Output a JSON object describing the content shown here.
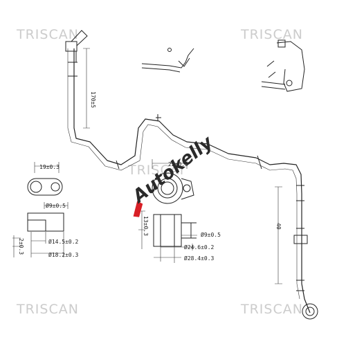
{
  "watermarks": {
    "brand": "TRISCAN",
    "overlay_logo": "Autokelly"
  },
  "dimensions": {
    "height_vertical": "170±5",
    "width_top_left": "19±0.3",
    "bore_small": "Ø9±0.5",
    "dia_14": "Ø14.5±0.2",
    "dia_18": "Ø18.2±0.3",
    "thickness_left": "2±0.3",
    "width_center_top": "22±0.3",
    "height_center": "13±0.3",
    "bore_center": "Ø9±0.5",
    "dia_24": "Ø24.6±0.2",
    "dia_28": "Ø28.4±0.3",
    "length_right": "40"
  },
  "colors": {
    "line": "#222222",
    "watermark": "#cccccc",
    "logo_red": "#d81f26"
  }
}
